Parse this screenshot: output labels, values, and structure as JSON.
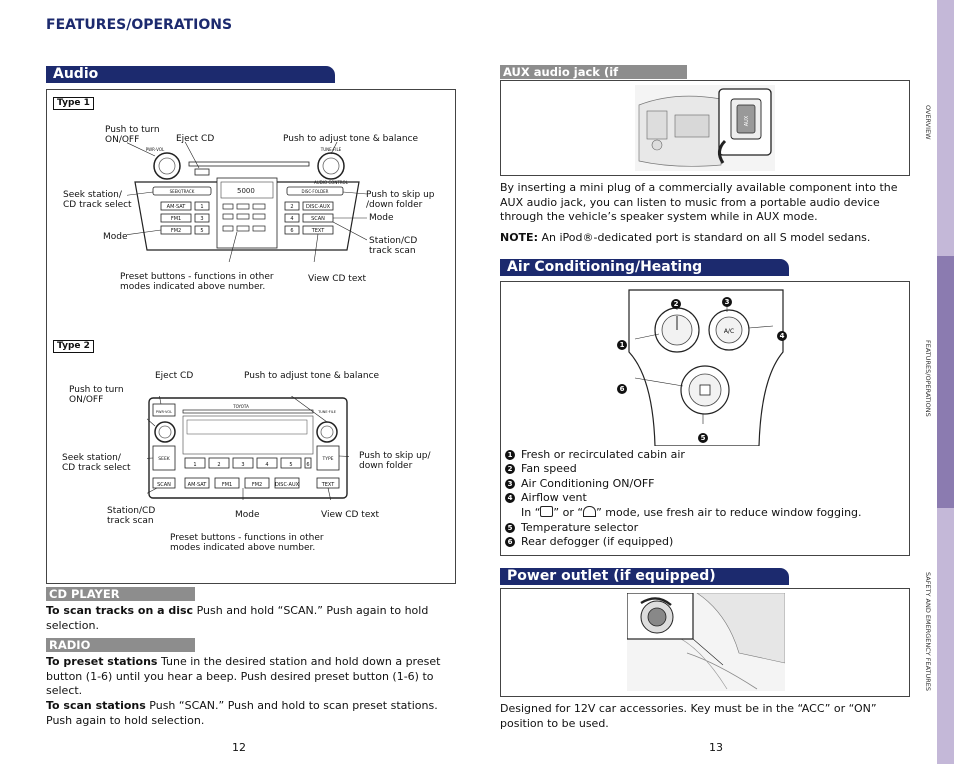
{
  "header": {
    "title": "FEATURES/OPERATIONS"
  },
  "audio": {
    "title": "Audio",
    "type1": {
      "tag": "Type 1",
      "labels": {
        "push_on_off": "Push to turn\nON/OFF",
        "eject": "Eject CD",
        "tone": "Push to adjust tone & balance",
        "seek": "Seek station/\nCD track select",
        "skip": "Push to skip up\n/down folder",
        "mode_right": "Mode",
        "mode_left": "Mode",
        "scan": "Station/CD\ntrack scan",
        "preset": "Preset buttons - functions in other\nmodes indicated above number.",
        "view_text": "View CD text"
      },
      "panel": {
        "pwr": "PWR·VOL",
        "tune": "TUNE·FILE",
        "sound": "5000",
        "seek_text": "SEEK/TRACK",
        "disc": "DISC·FOLDER",
        "audio_ctrl": "AUDIO CONTROL",
        "left_buttons": [
          "AM·SAT",
          "FM1",
          "FM2"
        ],
        "num_buttons": [
          "1",
          "3",
          "5"
        ],
        "num_buttons_b": [
          "2",
          "4",
          "6"
        ],
        "right_buttons": [
          "DISC·AUX",
          "SCAN",
          "TEXT"
        ]
      }
    },
    "type2": {
      "tag": "Type 2",
      "labels": {
        "eject": "Eject CD",
        "tone": "Push to adjust tone & balance",
        "push_on_off": "Push to turn\nON/OFF",
        "seek": "Seek station/\nCD track select",
        "skip": "Push to skip up/\ndown folder",
        "scan": "Station/CD\ntrack scan",
        "mode": "Mode",
        "view_text": "View CD text",
        "preset": "Preset buttons - functions in other\nmodes indicated above number."
      },
      "panel": {
        "brand": "TOYOTA",
        "pwr": "PWR·VOL",
        "tune": "TUNE·FILE",
        "seek": "SEEK\nTRACK",
        "type": "TYPE\nFOLDER",
        "numbers": [
          "1",
          "2",
          "3",
          "4",
          "5",
          "6"
        ],
        "bottom": [
          "SCAN",
          "AM·SAT",
          "FM1",
          "FM2",
          "DISC·AUX",
          "TEXT"
        ]
      }
    },
    "cd_player": {
      "title": "CD PLAYER",
      "bold": "To scan tracks on a disc",
      "text": " Push and hold “SCAN.” Push again to hold selection."
    },
    "radio": {
      "title": "RADIO",
      "p1_bold": "To preset stations",
      "p1_text": " Tune in the desired station and hold down a preset button (1-6) until you hear a beep. Push desired preset button (1-6) to select.",
      "p2_bold": "To scan stations",
      "p2_text": " Push “SCAN.” Push and hold to scan preset stations. Push again to hold selection."
    },
    "page_number": "12"
  },
  "aux": {
    "title": "AUX audio jack (if equipped)",
    "jack_label": "AUX",
    "body": "By inserting a mini plug of a commercially available component into the AUX audio jack, you can listen to music from a portable audio device through the vehicle’s speaker system while in AUX mode.",
    "note_bold": "NOTE:",
    "note_text": " An iPod®-dedicated port is standard on all S model sedans."
  },
  "ac": {
    "title": "Air Conditioning/Heating",
    "callouts": [
      "1",
      "2",
      "3",
      "4",
      "5",
      "6"
    ],
    "legend": [
      {
        "n": "1",
        "text": "Fresh or recirculated cabin air"
      },
      {
        "n": "2",
        "text": "Fan speed"
      },
      {
        "n": "3",
        "text": "Air Conditioning ON/OFF"
      },
      {
        "n": "4",
        "text": "Airflow vent"
      },
      {
        "n": "5",
        "text": "Temperature selector"
      },
      {
        "n": "6",
        "text": "Rear defogger (if equipped)"
      }
    ],
    "airflow_note_a": "In “",
    "airflow_note_b": "” or “",
    "airflow_note_c": "” mode, use fresh air to reduce window fogging.",
    "knob_label": "A/C"
  },
  "power": {
    "title": "Power outlet (if equipped)",
    "body": "Designed for 12V car accessories. Key must be in the “ACC” or “ON” position to be used.",
    "page_number": "13"
  },
  "side_tabs": [
    "OVERVIEW",
    "FEATURES/OPERATIONS",
    "SAFETY AND EMERGENCY FEATURES"
  ],
  "colors": {
    "navy": "#1c2a6e",
    "sub_gray": "#8d8d8d",
    "tab_lavender": "#c4b8d8",
    "tab_active": "#8b7bb0"
  }
}
